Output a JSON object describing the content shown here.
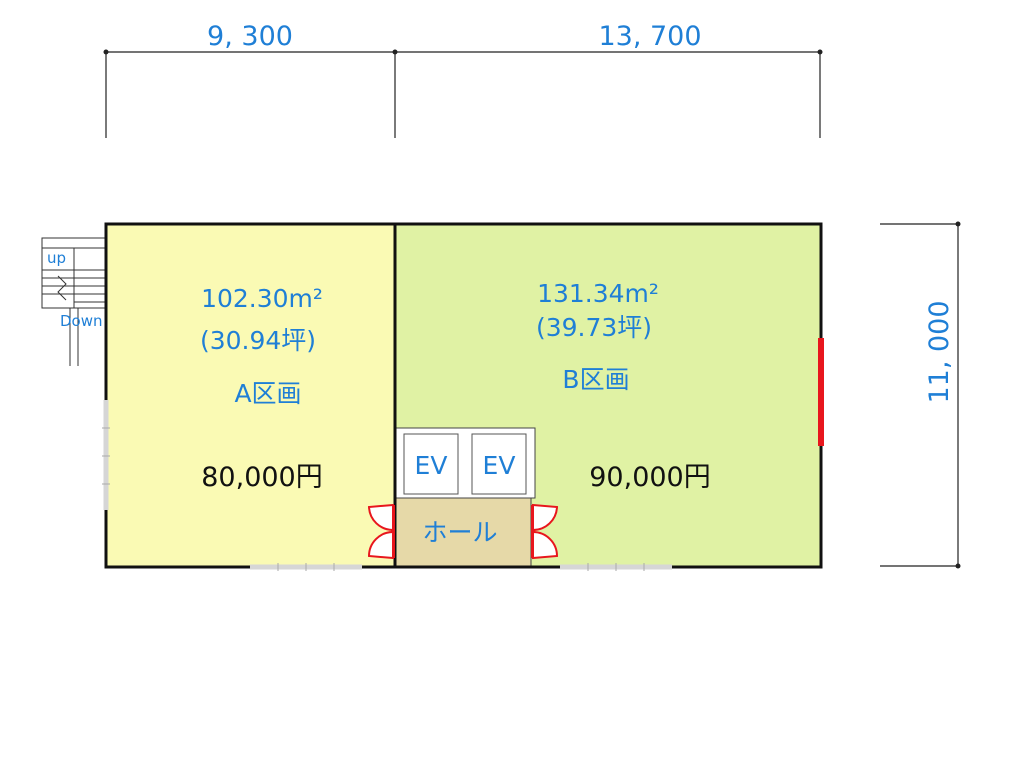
{
  "dimensions": {
    "width_a": "9, 300",
    "width_b": "13, 700",
    "depth": "11, 000"
  },
  "stairs": {
    "up_label": "up",
    "down_label": "Down"
  },
  "section_a": {
    "area": "102.30m²",
    "tsubo": "(30.94坪)",
    "name": "A区画",
    "price": "80,000円",
    "fill_color": "#fafab4"
  },
  "section_b": {
    "area": "131.34m²",
    "tsubo": "(39.73坪)",
    "name": "B区画",
    "price": "90,000円",
    "fill_color": "#e0f2a4"
  },
  "elevators": [
    {
      "label": "EV"
    },
    {
      "label": "EV"
    }
  ],
  "hall": {
    "label": "ホール",
    "fill_color": "#e6d9a8"
  },
  "colors": {
    "text_blue": "#1f7fd6",
    "door_red": "#e8161d",
    "wall": "#111111"
  }
}
